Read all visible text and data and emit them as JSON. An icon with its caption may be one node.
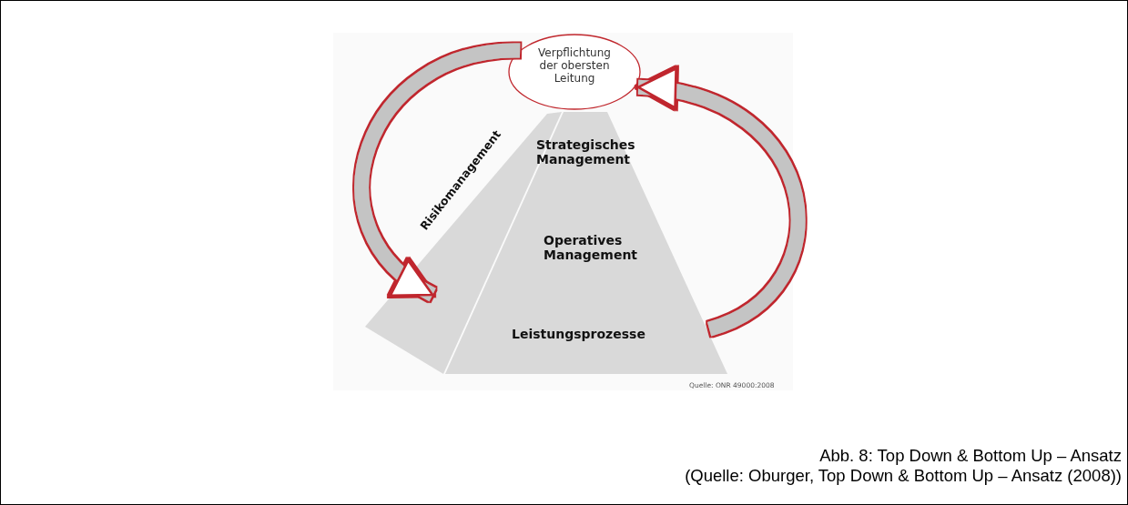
{
  "diagram": {
    "caption": "Abb. 8: Top Down & Bottom Up – Ansatz",
    "nodes": [
      {
        "text": [
          "Verpflichtung der obersten Leitung"
        ]
      },
      {
        "text": [
          "Risikomanagement"
        ]
      },
      {
        "text": [
          "Strategisches Management",
          "Operatives Management",
          "Leistungsprozesse"
        ]
      }
    ],
    "edges": [
      {
        "from": 0,
        "to": 1,
        "arrow": "to"
      },
      {
        "from": 2,
        "to": 0,
        "arrow": "to"
      }
    ],
    "labels": [
      "Quelle: ONR 49000:2008",
      "(Quelle: Oburger, Top Down & Bottom Up – Ansatz (2008))"
    ]
  }
}
